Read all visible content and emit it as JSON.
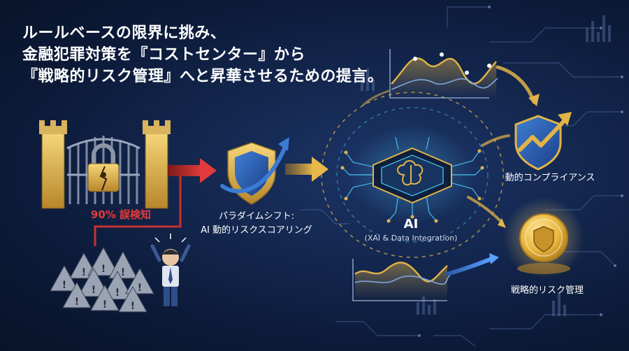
{
  "headline": {
    "line1": "ルールベースの限界に挑み、",
    "line2": "金融犯罪対策を『コストセンター』から",
    "line3": "『戦略的リスク管理』へと昇華させるための提言。"
  },
  "labels": {
    "false_positive": "90% 誤検知",
    "paradigm_shift_line1": "パラダイムシフト:",
    "paradigm_shift_line2": "AI 動的リスクスコアリング",
    "ai": "AI",
    "ai_sub": "(XAI & Data Integration)",
    "dynamic_compliance": "動的コンプライアンス",
    "strategic_risk": "戦略的リスク管理"
  },
  "icons": {
    "gate": "locked-gate-icon",
    "warnings": "warning-triangles-icon",
    "person": "stressed-person-icon",
    "shield": "shield-icon",
    "chip": "ai-brain-chip-icon",
    "compliance": "shield-growth-icon",
    "coin": "shield-coin-icon"
  },
  "colors": {
    "background": "#0d1c3c",
    "gold": "#e2b448",
    "red": "#d63333",
    "blue": "#3a7bd5",
    "cyan": "#4fd1ff",
    "white": "#ffffff"
  }
}
